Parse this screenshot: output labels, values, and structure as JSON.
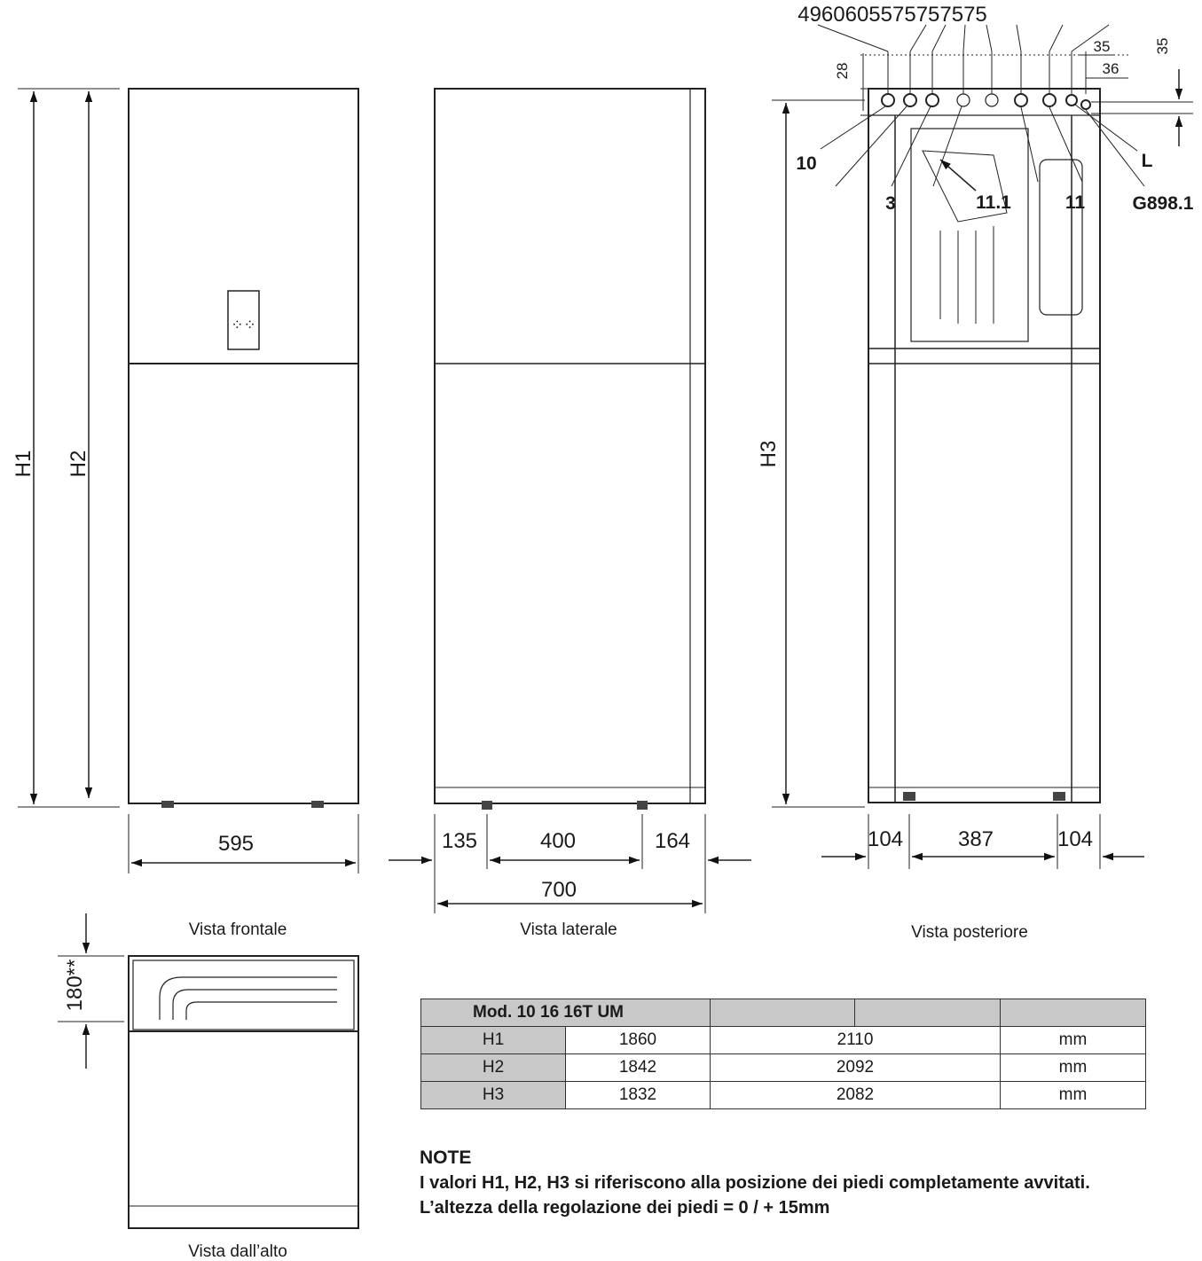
{
  "views": {
    "front": "Vista frontale",
    "side": "Vista laterale",
    "rear": "Vista posteriore",
    "top": "Vista dall’alto"
  },
  "front_dims": {
    "h1": "H1",
    "h2": "H2",
    "width": "595"
  },
  "side_dims": {
    "left": "135",
    "middle": "400",
    "right": "164",
    "total": "700"
  },
  "rear_dims": {
    "h3": "H3",
    "left": "104",
    "middle": "387",
    "right": "104",
    "top_spacing": "4960605575757575",
    "d28": "28",
    "d35a": "35",
    "d36": "36",
    "d35b": "35"
  },
  "top_dims": {
    "depth": "180**"
  },
  "callouts": {
    "c10": "10",
    "c3": "3",
    "c11_1": "11.1",
    "c11": "11",
    "cL": "L",
    "cG": "G898.1"
  },
  "table": {
    "model_header": "Mod. 10 16 16T UM",
    "rows": [
      {
        "label": "H1",
        "v1": "1860",
        "v2": "2110",
        "unit": "mm"
      },
      {
        "label": "H2",
        "v1": "1842",
        "v2": "2092",
        "unit": "mm"
      },
      {
        "label": "H3",
        "v1": "1832",
        "v2": "2082",
        "unit": "mm"
      }
    ]
  },
  "note": {
    "title": "NOTE",
    "line1": "I valori H1, H2, H3 si riferiscono alla posizione dei piedi completamente avvitati.",
    "line2": "L’altezza della regolazione dei piedi = 0 / + 15mm"
  }
}
